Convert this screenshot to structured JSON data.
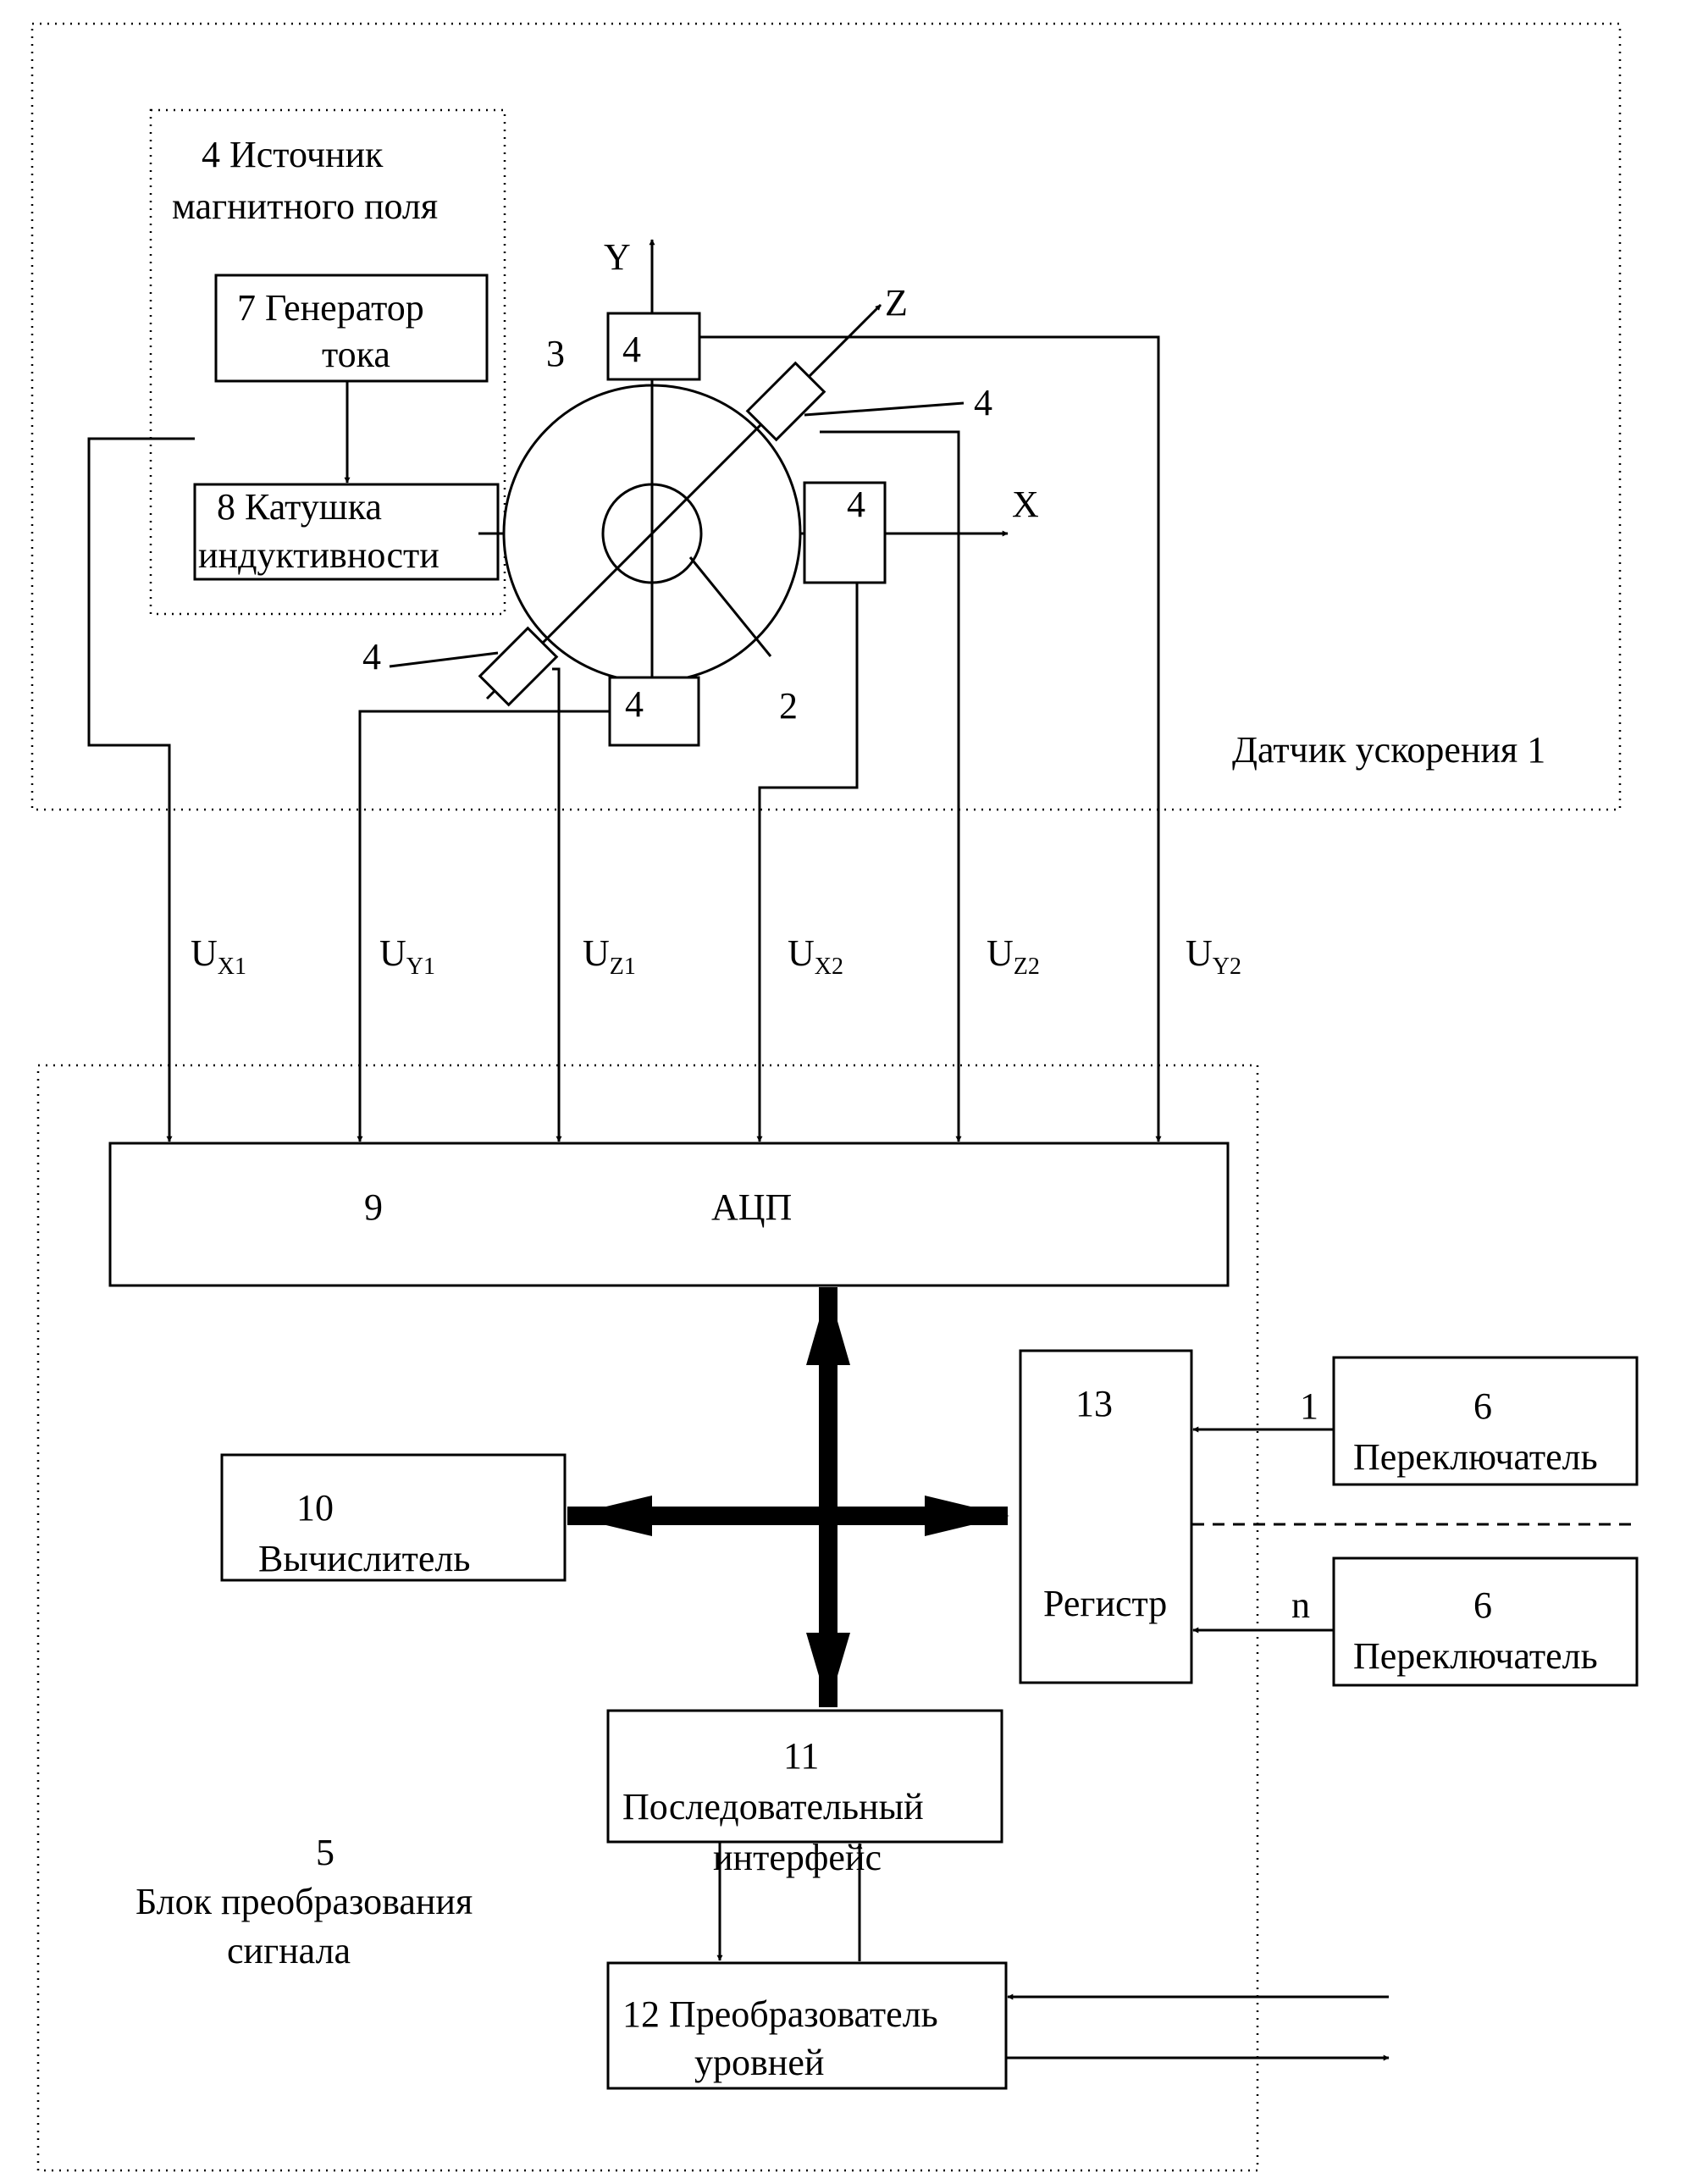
{
  "sensor": {
    "caption": "Датчик ускорения 1",
    "source": {
      "line1": "4   Источник",
      "line2": "магнитного поля"
    },
    "generator": {
      "line1": "7  Генератор",
      "line2": "тока"
    },
    "coil": {
      "line1": "8  Катушка",
      "line2": "индуктивности"
    },
    "axes": {
      "x": "X",
      "y": "Y",
      "z": "Z"
    },
    "part_labels": {
      "ring": "3",
      "core": "2",
      "magnet": "4"
    }
  },
  "signals": [
    {
      "name": "U",
      "sub": "X1"
    },
    {
      "name": "U",
      "sub": "Y1"
    },
    {
      "name": "U",
      "sub": "Z1"
    },
    {
      "name": "U",
      "sub": "X2"
    },
    {
      "name": "U",
      "sub": "Z2"
    },
    {
      "name": "U",
      "sub": "Y2"
    }
  ],
  "converter": {
    "number": "5",
    "line1": "Блок преобразования",
    "line2": "сигнала",
    "adc": {
      "number": "9",
      "label": "АЦП"
    },
    "computer": {
      "number": "10",
      "label": "Вычислитель"
    },
    "register": {
      "number": "13",
      "label": "Регистр"
    },
    "serial": {
      "number": "11",
      "line1": "Последовательный",
      "line2": "интерфейс"
    },
    "level": {
      "line1": "12 Преобразователь",
      "line2": "уровней"
    }
  },
  "switches": [
    {
      "number": "6",
      "label": "Переключатель",
      "index": "1"
    },
    {
      "number": "6",
      "label": "Переключатель",
      "index": "n"
    }
  ]
}
